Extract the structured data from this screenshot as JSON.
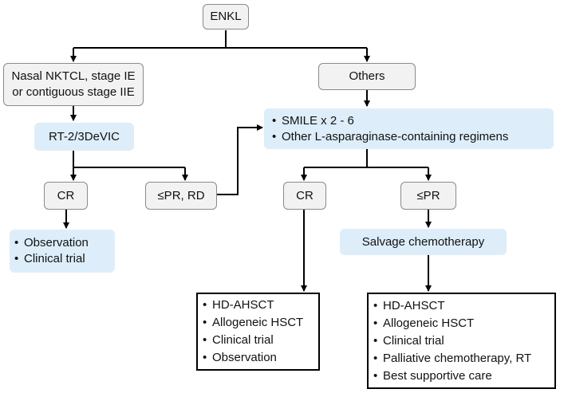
{
  "nodes": {
    "enkl": "ENKL",
    "nasal": [
      "Nasal NKTCL, stage IE",
      "or contiguous stage IIE"
    ],
    "others": "Others",
    "rt_devic": "RT-2/3DeVIC",
    "smile": [
      "SMILE x 2 - 6",
      "Other L-asparaginase-containing regimens"
    ],
    "cr_left": "CR",
    "pr_rd": "≤PR, RD",
    "cr_right": "CR",
    "pr_right": "≤PR",
    "observation_list": [
      "Observation",
      "Clinical trial"
    ],
    "salvage": "Salvage chemotherapy",
    "cr_outcome": [
      "HD-AHSCT",
      "Allogeneic HSCT",
      "Clinical trial",
      "Observation"
    ],
    "pr_outcome": [
      "HD-AHSCT",
      "Allogeneic HSCT",
      "Clinical trial",
      "Palliative chemotherapy, RT",
      "Best supportive care"
    ]
  },
  "colors": {
    "gray_box": "#f2f2f2",
    "blue_box": "#ddeefa",
    "line": "#000000"
  }
}
